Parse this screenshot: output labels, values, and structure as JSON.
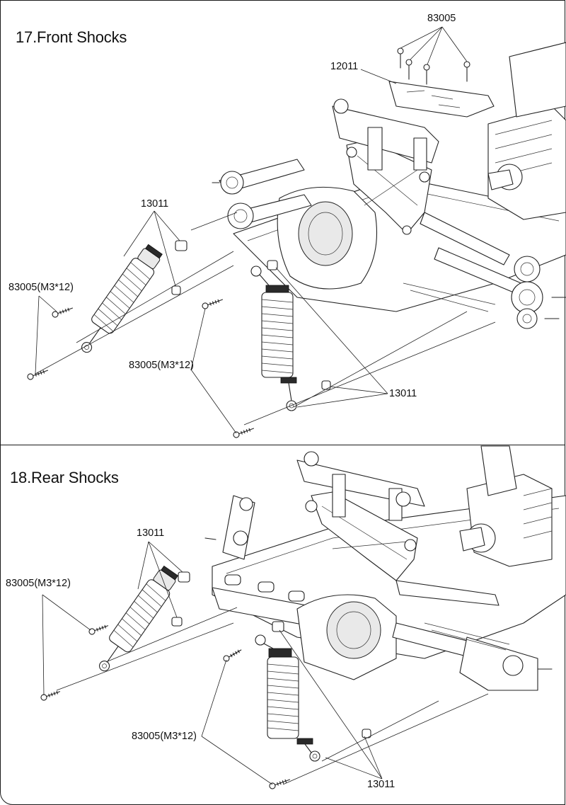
{
  "steps": [
    {
      "title": "17.Front Shocks",
      "callouts": {
        "top_screws": "83005",
        "top_plate": "12011",
        "left_spacers": "13011",
        "left_screws": "83005(M3*12)",
        "mid_screws": "83005(M3*12)",
        "right_spacers": "13011"
      }
    },
    {
      "title": "18.Rear Shocks",
      "callouts": {
        "left_spacers": "13011",
        "left_screws": "83005(M3*12)",
        "mid_screws": "83005(M3*12)",
        "right_spacers": "13011"
      }
    }
  ]
}
